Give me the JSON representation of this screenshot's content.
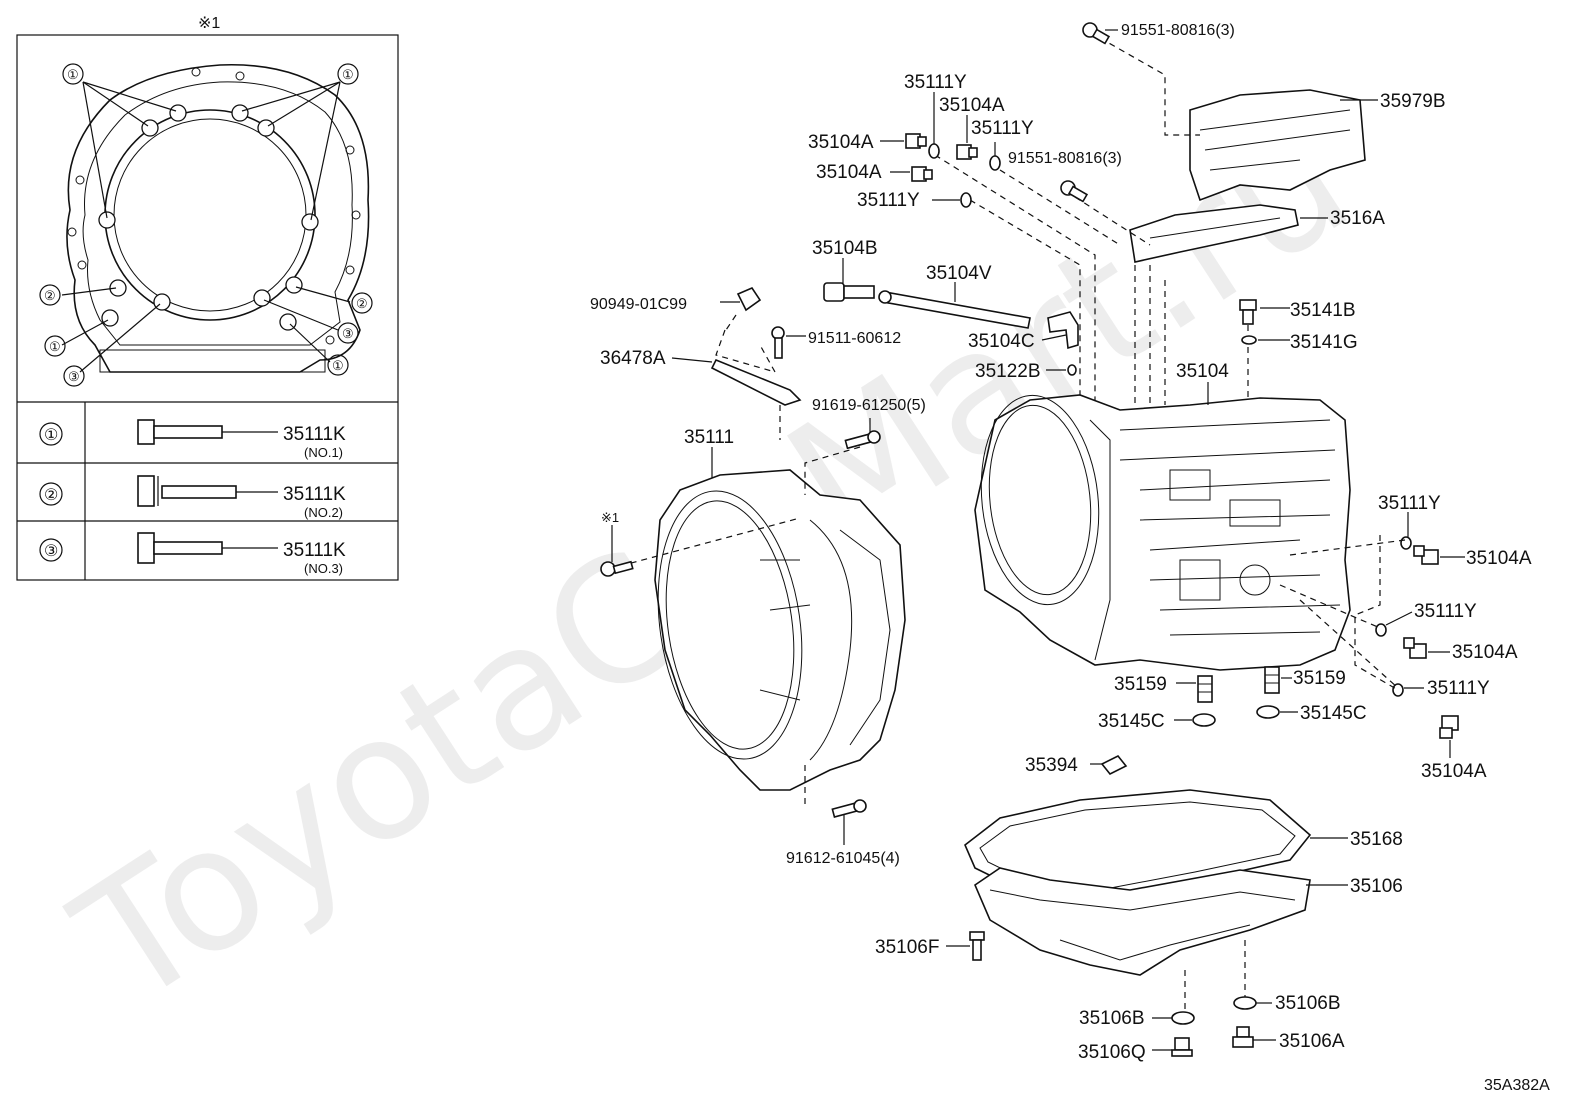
{
  "inset": {
    "marker": "※1",
    "rows": [
      {
        "num": "①",
        "part": "35111K",
        "variant": "(NO.1)"
      },
      {
        "num": "②",
        "part": "35111K",
        "variant": "(NO.2)"
      },
      {
        "num": "③",
        "part": "35111K",
        "variant": "(NO.3)"
      }
    ],
    "callouts": [
      "①",
      "①",
      "②",
      "②",
      "①",
      "③",
      "③",
      "①"
    ]
  },
  "watermark": "ToyotaCarMart.ru",
  "figure_code": "35A382A",
  "labels": {
    "p91551_top": "91551-80816(3)",
    "p35979B": "35979B",
    "p35111Y_a": "35111Y",
    "p35104A_a": "35104A",
    "p35104A_b": "35104A",
    "p35111Y_b": "35111Y",
    "p91551_mid": "91551-80816(3)",
    "p35104A_c": "35104A",
    "p35111Y_c": "35111Y",
    "p3516A": "3516A",
    "p35104B": "35104B",
    "p35104V": "35104V",
    "p90949": "90949-01C99",
    "p91511": "91511-60612",
    "p35104C": "35104C",
    "p35141B": "35141B",
    "p35141G": "35141G",
    "p36478A": "36478A",
    "p35122B": "35122B",
    "p35104": "35104",
    "p91619": "91619-61250(5)",
    "p35111": "35111",
    "p_marker": "※1",
    "p35111Y_d": "35111Y",
    "p35104A_d": "35104A",
    "p35111Y_e": "35111Y",
    "p35104A_e": "35104A",
    "p35159_l": "35159",
    "p35159_r": "35159",
    "p35111Y_f": "35111Y",
    "p35145C_l": "35145C",
    "p35145C_r": "35145C",
    "p35104A_f": "35104A",
    "p35394": "35394",
    "p91612": "91612-61045(4)",
    "p35168": "35168",
    "p35106": "35106",
    "p35106F": "35106F",
    "p35106B_l": "35106B",
    "p35106B_r": "35106B",
    "p35106Q": "35106Q",
    "p35106A": "35106A"
  }
}
